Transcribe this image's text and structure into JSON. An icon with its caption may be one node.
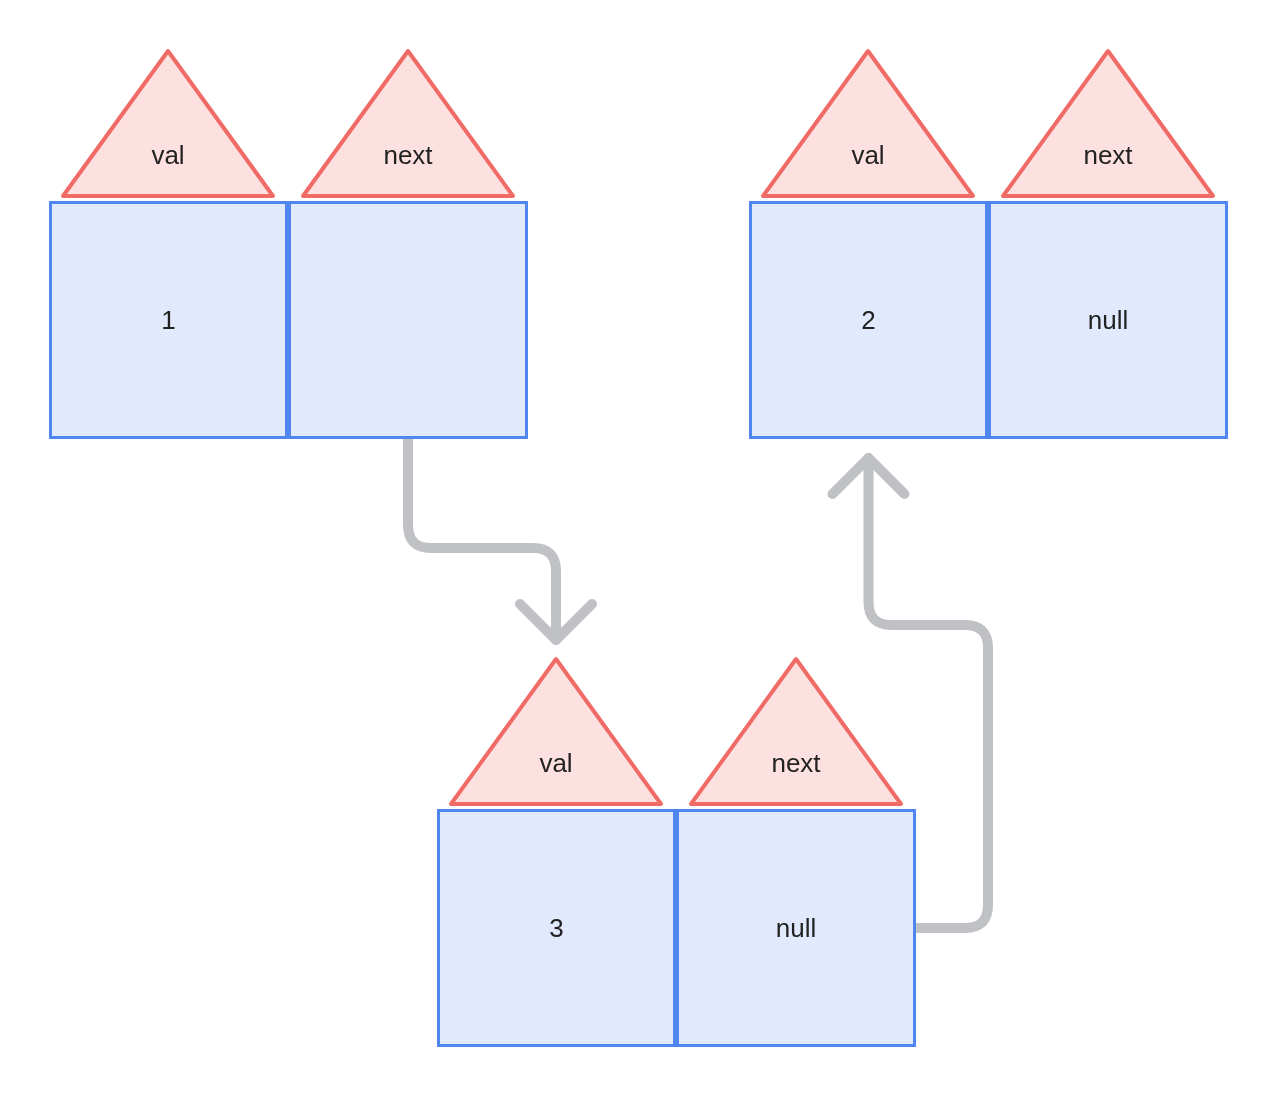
{
  "diagram": {
    "nodes": [
      {
        "text": [
          "val"
        ]
      },
      {
        "text": [
          "next"
        ]
      },
      {
        "text": [
          "val"
        ]
      },
      {
        "text": [
          "next"
        ]
      },
      {
        "text": [
          "1"
        ]
      },
      {
        "text": [],
        "shape": "box"
      },
      {
        "text": [
          "2"
        ]
      },
      {
        "text": [
          "null"
        ]
      },
      {
        "text": [
          "val"
        ]
      },
      {
        "text": [
          "next"
        ]
      },
      {
        "text": [
          "3"
        ]
      },
      {
        "text": [
          "null"
        ]
      }
    ],
    "edges": [
      {
        "from": 5,
        "to": 8,
        "arrow": "to"
      },
      {
        "from": 11,
        "to": 6,
        "arrow": "to"
      }
    ]
  }
}
